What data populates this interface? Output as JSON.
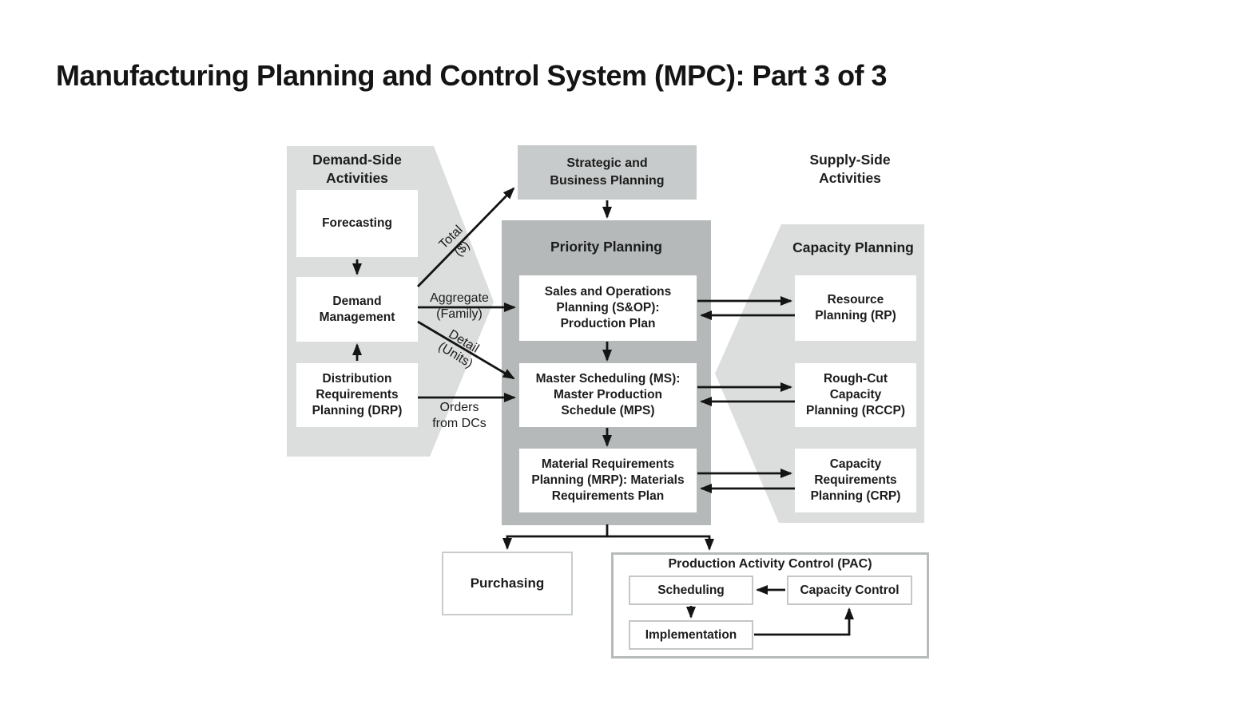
{
  "title": "Manufacturing Planning and Control System (MPC): Part 3 of 3",
  "diagram": {
    "demand_side": {
      "heading": "Demand-Side\nActivities",
      "forecasting": "Forecasting",
      "demand_management": "Demand\nManagement",
      "drp": "Distribution\nRequirements\nPlanning (DRP)"
    },
    "center": {
      "strategic": "Strategic and\nBusiness Planning",
      "priority_heading": "Priority Planning",
      "sop": "Sales and Operations\nPlanning (S&OP):\nProduction Plan",
      "ms": "Master Scheduling (MS):\nMaster Production\nSchedule (MPS)",
      "mrp": "Material Requirements\nPlanning (MRP): Materials\nRequirements Plan"
    },
    "supply_side": {
      "heading": "Supply-Side\nActivities",
      "capacity_heading": "Capacity Planning",
      "rp": "Resource\nPlanning (RP)",
      "rccp": "Rough-Cut\nCapacity\nPlanning (RCCP)",
      "crp": "Capacity\nRequirements\nPlanning (CRP)"
    },
    "flow_labels": {
      "total": "Total\n($)",
      "aggregate": "Aggregate\n(Family)",
      "detail": "Detail\n(Units)",
      "orders": "Orders\nfrom DCs"
    },
    "bottom": {
      "purchasing": "Purchasing",
      "pac_title": "Production Activity Control (PAC)",
      "scheduling": "Scheduling",
      "capacity_control": "Capacity Control",
      "implementation": "Implementation"
    }
  },
  "colors": {
    "light_gray": "#dcdddd",
    "strategic_gray": "#c8cbcb",
    "priority_gray": "#b5b9b9",
    "arrow_black": "#141414",
    "text_black": "#1c1c1c",
    "border_light": "#c9cccc",
    "border_mid": "#b8bbbb",
    "box_white": "#ffffff"
  }
}
